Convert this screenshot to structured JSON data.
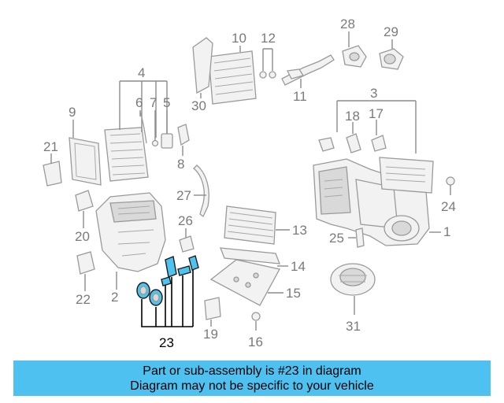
{
  "diagram": {
    "highlighted_part": "23",
    "highlight_color": "#4ec1f0",
    "callouts": {
      "c1": "1",
      "c2": "2",
      "c3": "3",
      "c4": "4",
      "c5": "5",
      "c6": "6",
      "c7": "7",
      "c8": "8",
      "c9": "9",
      "c10": "10",
      "c11": "11",
      "c12": "12",
      "c13": "13",
      "c14": "14",
      "c15": "15",
      "c16": "16",
      "c17": "17",
      "c18": "18",
      "c19": "19",
      "c20": "20",
      "c21": "21",
      "c22": "22",
      "c23": "23",
      "c24": "24",
      "c25": "25",
      "c26": "26",
      "c27": "27",
      "c28": "28",
      "c29": "29",
      "c30": "30",
      "c31": "31"
    }
  },
  "banner": {
    "line1": "Part or sub-assembly is #23 in diagram",
    "line2": "Diagram may not be specific to your vehicle",
    "color": "#4ec1f0"
  }
}
